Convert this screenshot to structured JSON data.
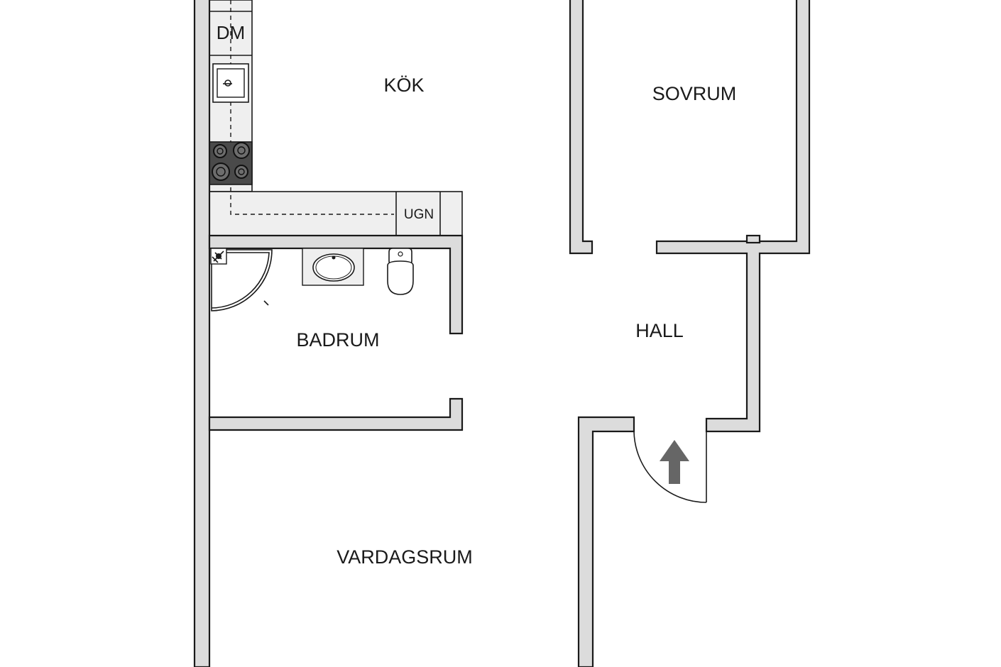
{
  "rooms": {
    "kok": "KÖK",
    "sovrum": "SOVRUM",
    "hall": "HALL",
    "badrum": "BADRUM",
    "vardagsrum": "VARDAGSRUM"
  },
  "fixtures": {
    "dishwasher": "DM",
    "oven": "UGN"
  },
  "colors": {
    "wall_fill": "#dcdcdc",
    "wall_stroke": "#1a1a1a",
    "counter_fill": "#efefef",
    "stove_fill": "#4a4a4a",
    "arrow_fill": "#666666"
  },
  "icons": [
    "sink-icon",
    "stove-icon",
    "washbasin-icon",
    "toilet-icon",
    "shower-icon",
    "entrance-arrow-icon"
  ]
}
